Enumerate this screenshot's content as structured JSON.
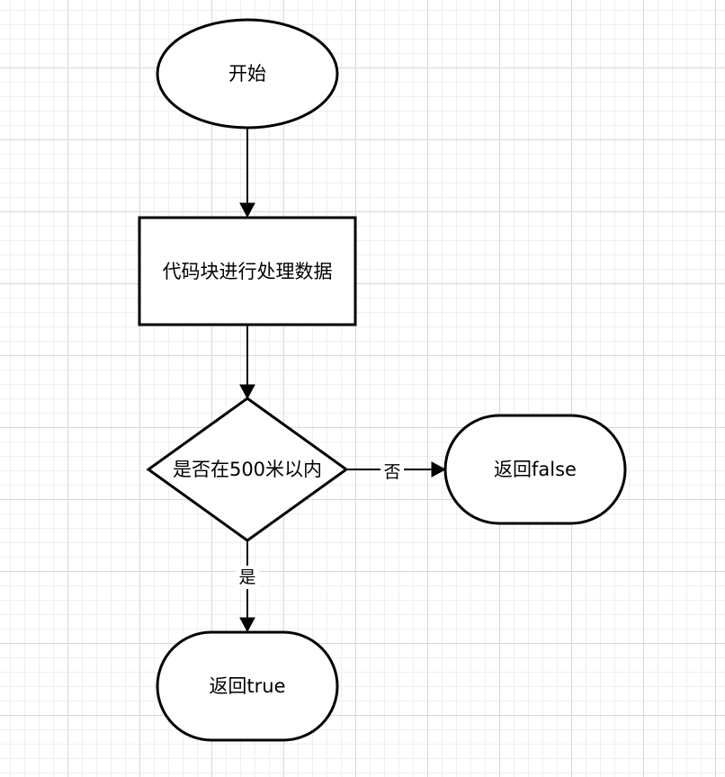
{
  "nodes": {
    "start": {
      "label": "开始",
      "shape": "ellipse"
    },
    "process": {
      "label": "代码块进行处理数据",
      "shape": "rectangle"
    },
    "decision": {
      "label": "是否在500米以内",
      "shape": "diamond"
    },
    "return_false": {
      "label": "返回false",
      "shape": "terminator"
    },
    "return_true": {
      "label": "返回true",
      "shape": "terminator"
    }
  },
  "edges": {
    "decision_no": {
      "label": "否"
    },
    "decision_yes": {
      "label": "是"
    }
  },
  "colors": {
    "stroke": "#000000",
    "fill": "#ffffff",
    "grid_major": "#d8d8d8",
    "grid_minor": "#efefef"
  }
}
